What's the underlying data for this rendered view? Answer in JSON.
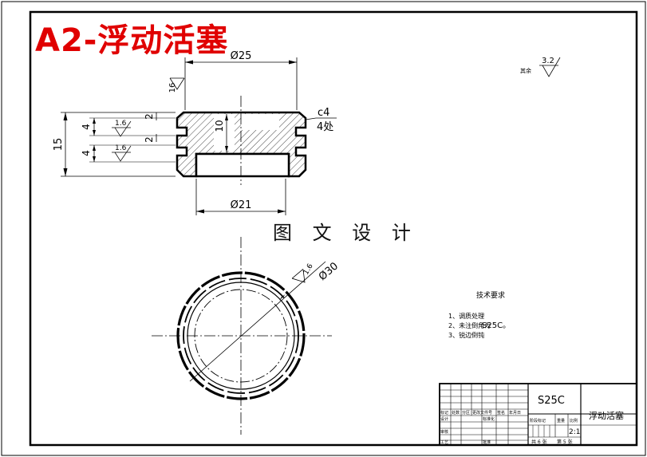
{
  "title": "A2-浮动活塞",
  "watermark": "图 文 设 计",
  "front_view": {
    "dim_top": "Ø25",
    "dim_bottom": "Ø21",
    "dim_height": "15",
    "dim_groove_1": "4",
    "dim_groove_2": "4",
    "dim_land_1": "2",
    "dim_land_2": "2",
    "dim_inner": "10",
    "chamfer": "c4",
    "chamfer_count": "4处",
    "rough_top": "16",
    "rough_groove_1": "1.6",
    "rough_groove_2": "1.6"
  },
  "top_view": {
    "dim_outer": "Ø30",
    "rough": "1.6"
  },
  "roughness_note": {
    "label": "其余",
    "value": "3.2"
  },
  "tech_requirements": {
    "heading": "技术要求",
    "items": [
      "1、调质处理",
      "2、未注倒角为",
      "3、锐边倒钝"
    ],
    "material_note": "S25C。"
  },
  "title_block": {
    "material": "S25C",
    "part_name": "浮动活塞",
    "scale": "2:1",
    "scale_label": "比例",
    "weight_label": "重量",
    "stage_label": "阶段标记",
    "sheets": "共 6 张",
    "sheet_no": "第 5 张",
    "header_cells": [
      "标记",
      "处数",
      "分区",
      "更改文件号",
      "签名",
      "年月日"
    ],
    "row_design": "设计",
    "row_standard": "标准化",
    "row_review": "审核",
    "row_process": "工艺",
    "row_approve": "批准"
  }
}
